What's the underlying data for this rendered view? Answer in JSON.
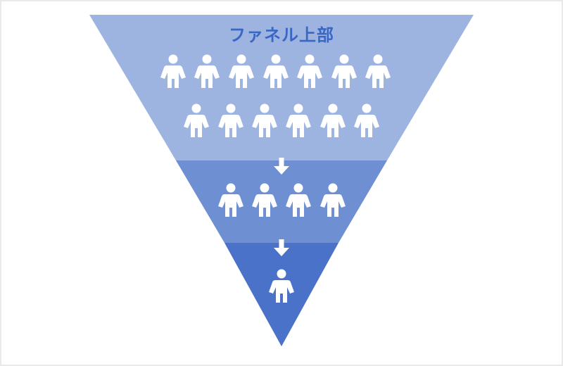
{
  "funnel": {
    "title": "ファネル上部",
    "colors": {
      "top": "#9db3e0",
      "middle": "#6e8fd2",
      "bottom": "#4a72c9",
      "title": "#3a67c4",
      "icon": "#ffffff"
    },
    "stages": [
      {
        "id": "top",
        "people_rows": [
          7,
          6
        ]
      },
      {
        "id": "middle",
        "people_rows": [
          4
        ]
      },
      {
        "id": "bottom",
        "people_rows": [
          1
        ]
      }
    ],
    "arrows": 2
  }
}
